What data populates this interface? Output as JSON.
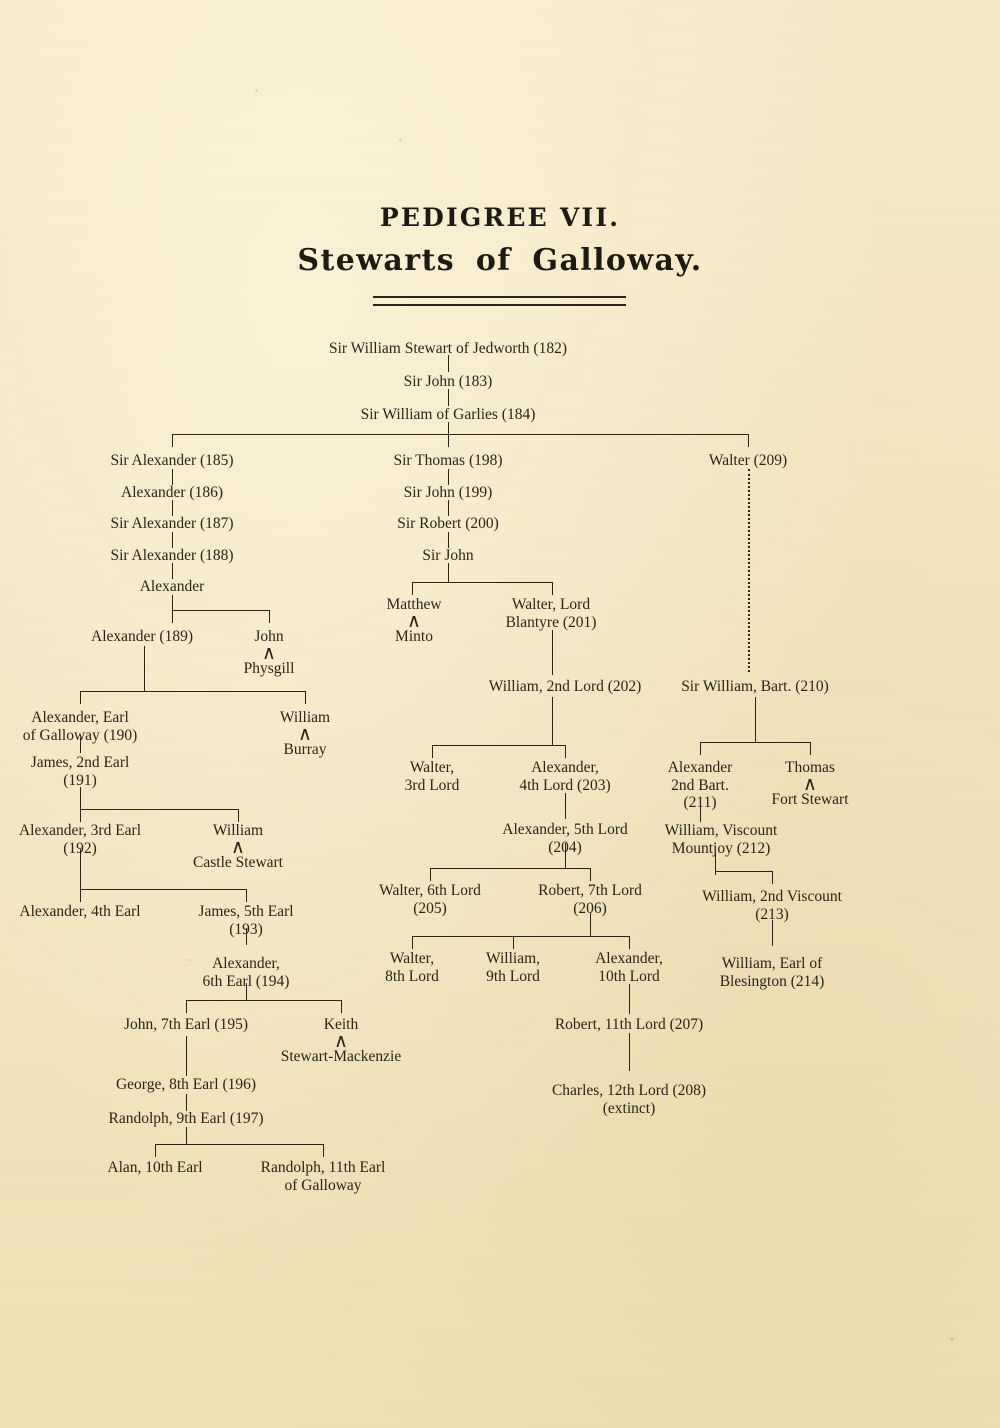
{
  "page": {
    "pedigree_label": "PEDIGREE VII.",
    "title": "Stewarts of Galloway.",
    "background_color": "#f4e5bf",
    "ink_color": "#2a2418"
  },
  "chart_data": {
    "type": "diagram",
    "title": "Stewarts of Galloway",
    "subtitle": "PEDIGREE VII."
  },
  "nodes": {
    "n182": {
      "line1": "Sir William Stewart of Jedworth (182)"
    },
    "n183": {
      "line1": "Sir John (183)"
    },
    "n184": {
      "line1": "Sir William of Garlies (184)"
    },
    "n185": {
      "line1": "Sir Alexander (185)"
    },
    "n186": {
      "line1": "Alexander (186)"
    },
    "n187": {
      "line1": "Sir Alexander (187)"
    },
    "n188": {
      "line1": "Sir Alexander (188)"
    },
    "alexander_plain": {
      "line1": "Alexander"
    },
    "n189": {
      "line1": "Alexander (189)"
    },
    "john_physgill": {
      "line1": "John"
    },
    "physgill": {
      "caret": "∧",
      "label": "Physgill"
    },
    "n190": {
      "line1": "Alexander, Earl",
      "line2": "of Galloway (190)"
    },
    "william_burray": {
      "line1": "William"
    },
    "burray": {
      "caret": "∧",
      "label": "Burray"
    },
    "n191": {
      "line1": "James, 2nd Earl",
      "line2": "(191)"
    },
    "n192": {
      "line1": "Alexander, 3rd Earl",
      "line2": "(192)"
    },
    "william_castle_stewart": {
      "line1": "William"
    },
    "castle_stewart": {
      "caret": "∧",
      "label": "Castle Stewart"
    },
    "alexander_4th_earl": {
      "line1": "Alexander, 4th Earl"
    },
    "n193": {
      "line1": "James, 5th Earl",
      "line2": "(193)"
    },
    "n194": {
      "line1": "Alexander,",
      "line2": "6th Earl (194)"
    },
    "n195": {
      "line1": "John, 7th Earl (195)"
    },
    "keith": {
      "line1": "Keith"
    },
    "stewart_mackenzie": {
      "caret": "∧",
      "label": "Stewart-Mackenzie"
    },
    "n196": {
      "line1": "George, 8th Earl (196)"
    },
    "n197": {
      "line1": "Randolph, 9th Earl (197)"
    },
    "alan_10th_earl": {
      "line1": "Alan, 10th Earl"
    },
    "randolph_11th_earl": {
      "line1": "Randolph, 11th Earl",
      "line2": "of Galloway"
    },
    "n198": {
      "line1": "Sir Thomas (198)"
    },
    "n199": {
      "line1": "Sir John (199)"
    },
    "n200": {
      "line1": "Sir Robert (200)"
    },
    "sir_john_plain": {
      "line1": "Sir John"
    },
    "matthew": {
      "line1": "Matthew"
    },
    "minto": {
      "caret": "∧",
      "label": "Minto"
    },
    "n201": {
      "line1": "Walter, Lord",
      "line2": "Blantyre (201)"
    },
    "n202": {
      "line1": "William, 2nd Lord (202)"
    },
    "walter_3rd_lord": {
      "line1": "Walter,",
      "line2": "3rd Lord"
    },
    "n203": {
      "line1": "Alexander,",
      "line2": "4th Lord (203)"
    },
    "n204": {
      "line1": "Alexander, 5th Lord",
      "line2": "(204)"
    },
    "n205": {
      "line1": "Walter, 6th Lord",
      "line2": "(205)"
    },
    "n206": {
      "line1": "Robert, 7th Lord",
      "line2": "(206)"
    },
    "walter_8th_lord": {
      "line1": "Walter,",
      "line2": "8th Lord"
    },
    "william_9th_lord": {
      "line1": "William,",
      "line2": "9th Lord"
    },
    "alexander_10th_lord": {
      "line1": "Alexander,",
      "line2": "10th Lord"
    },
    "n207": {
      "line1": "Robert, 11th Lord (207)"
    },
    "n208": {
      "line1": "Charles, 12th Lord (208)",
      "line2": "(extinct)"
    },
    "n209": {
      "line1": "Walter (209)"
    },
    "n210": {
      "line1": "Sir William, Bart. (210)"
    },
    "n211": {
      "line1": "Alexander",
      "line2": "2nd Bart.",
      "line3": "(211)"
    },
    "thomas_fort_stewart": {
      "line1": "Thomas"
    },
    "fort_stewart": {
      "caret": "∧",
      "label": "Fort Stewart"
    },
    "n212": {
      "line1": "William, Viscount",
      "line2": "Mountjoy (212)"
    },
    "n213": {
      "line1": "William, 2nd Viscount",
      "line2": "(213)"
    },
    "n214": {
      "line1": "William, Earl of",
      "line2": "Blesington (214)"
    }
  }
}
